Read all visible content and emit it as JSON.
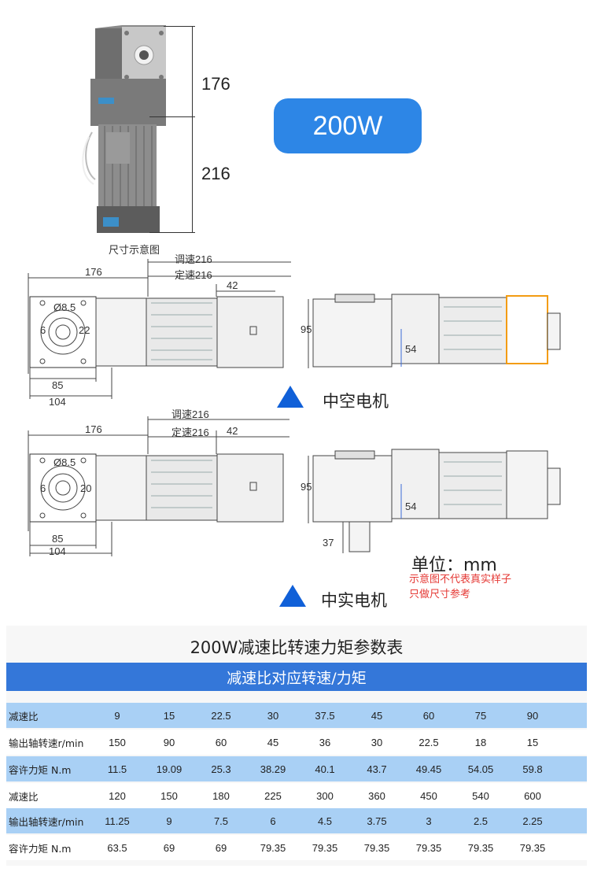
{
  "top": {
    "dim_upper": "176",
    "dim_lower": "216",
    "caption": "尺寸示意图",
    "power_badge": "200W"
  },
  "hollow": {
    "label": "中空电机",
    "dim_adjust": "调速216",
    "dim_fixed": "定速216",
    "dim_176": "176",
    "dim_42": "42",
    "dim_85": "85",
    "dim_104": "104",
    "dim_95": "95",
    "dim_54": "54",
    "hole_8_5": "Ø8.5",
    "hole_6": "6",
    "hole_22": "22"
  },
  "solid": {
    "label": "中实电机",
    "dim_adjust": "调速216",
    "dim_fixed": "定速216",
    "dim_176": "176",
    "dim_42": "42",
    "dim_85": "85",
    "dim_104": "104",
    "dim_95": "95",
    "dim_54": "54",
    "dim_37": "37",
    "hole_8_5": "Ø8.5",
    "hole_6": "6",
    "hole_20": "20"
  },
  "unit": {
    "text": "单位：mm",
    "note1": "示意图不代表真实样子",
    "note2": "只做尺寸参考"
  },
  "table": {
    "title": "200W减速比转速力矩参数表",
    "header": "减速比对应转速/力矩",
    "rows": [
      {
        "label": "减速比",
        "values": [
          "9",
          "15",
          "22.5",
          "30",
          "37.5",
          "45",
          "60",
          "75",
          "90"
        ]
      },
      {
        "label": "输出轴转速r/min",
        "values": [
          "150",
          "90",
          "60",
          "45",
          "36",
          "30",
          "22.5",
          "18",
          "15"
        ]
      },
      {
        "label": "容许力矩 N.m",
        "values": [
          "11.5",
          "19.09",
          "25.3",
          "38.29",
          "40.1",
          "43.7",
          "49.45",
          "54.05",
          "59.8"
        ]
      },
      {
        "label": "减速比",
        "values": [
          "120",
          "150",
          "180",
          "225",
          "300",
          "360",
          "450",
          "540",
          "600"
        ]
      },
      {
        "label": "输出轴转速r/min",
        "values": [
          "11.25",
          "9",
          "7.5",
          "6",
          "4.5",
          "3.75",
          "3",
          "2.5",
          "2.25"
        ]
      },
      {
        "label": "容许力矩 N.m",
        "values": [
          "63.5",
          "69",
          "69",
          "79.35",
          "79.35",
          "79.35",
          "79.35",
          "79.35",
          "79.35"
        ]
      }
    ]
  },
  "colors": {
    "badge_blue": "#2d86e6",
    "table_head_blue": "#3477d9",
    "row_blue": "#a9d0f5",
    "triangle_blue": "#1060d8",
    "note_red": "#e53935"
  }
}
